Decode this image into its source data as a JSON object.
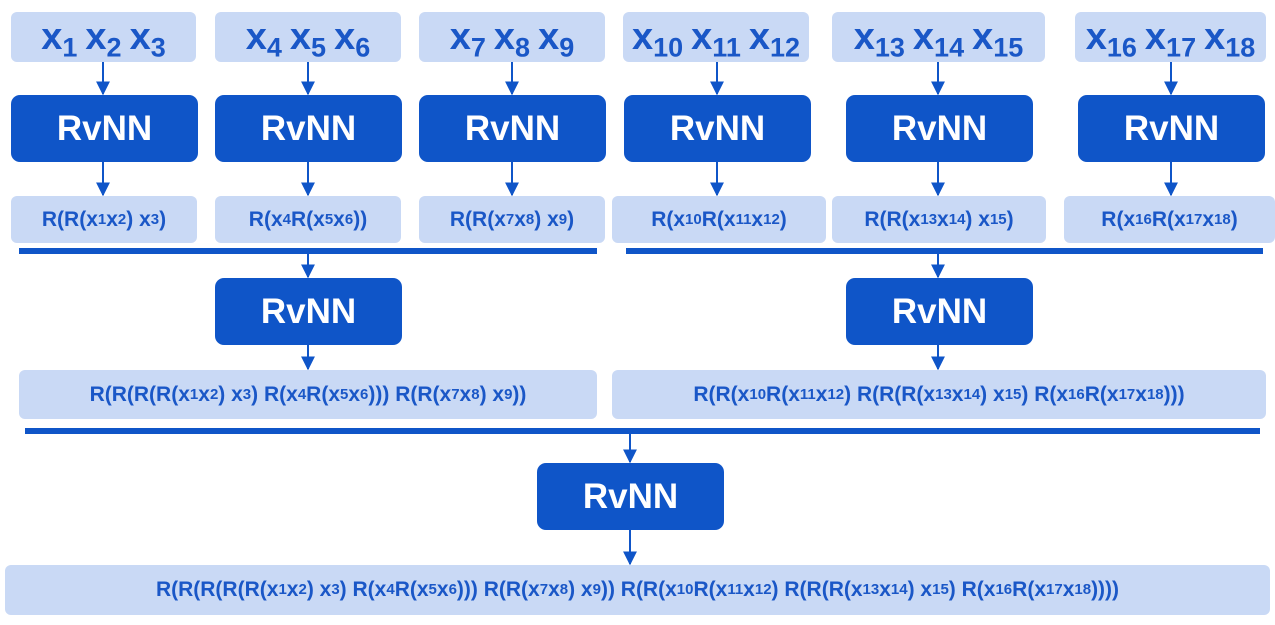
{
  "diagram": {
    "colors": {
      "accent": "#0f55c8",
      "box_fill": "#c9d9f5",
      "text": "#1a57c7",
      "label_on_accent": "#ffffff"
    },
    "inputs": [
      {
        "var": "x",
        "idx": [
          "1",
          "2",
          "3"
        ]
      },
      {
        "var": "x",
        "idx": [
          "4",
          "5",
          "6"
        ]
      },
      {
        "var": "x",
        "idx": [
          "7",
          "8",
          "9"
        ]
      },
      {
        "var": "x",
        "idx": [
          "10",
          "11",
          "12"
        ]
      },
      {
        "var": "x",
        "idx": [
          "13",
          "14",
          "15"
        ]
      },
      {
        "var": "x",
        "idx": [
          "16",
          "17",
          "18"
        ]
      }
    ],
    "module_label": "RvNN",
    "level1_outputs": [
      "R(R(x_1 x_2) x_3)",
      "R(x_4 R(x_5 x_6))",
      "R(R(x_7 x_8) x_9)",
      "R(x_10 R(x_11 x_12)",
      "R(R(x_13 x_14) x_15)",
      "R(x_16 R(x_17 x_18)"
    ],
    "level2_outputs": [
      "R(R(R(R(x_1 x_2) x_3) R(x_4 R(x_5 x_6))) R(R(x_7 x_8) x_9))",
      "R(R(x_10 R(x_11 x_12) R(R(R(x_13 x_14) x_15) R(x_16 R(x_17 x_18)))"
    ],
    "level3_output": "R(R(R(R(R(x_1 x_2) x_3) R(x_4 R(x_5 x_6))) R(R(x_7 x_8) x_9)) R(R(x_10 R(x_11 x_12) R(R(R(x_13 x_14) x_15) R(x_16 R(x_17 x_18))))"
  }
}
